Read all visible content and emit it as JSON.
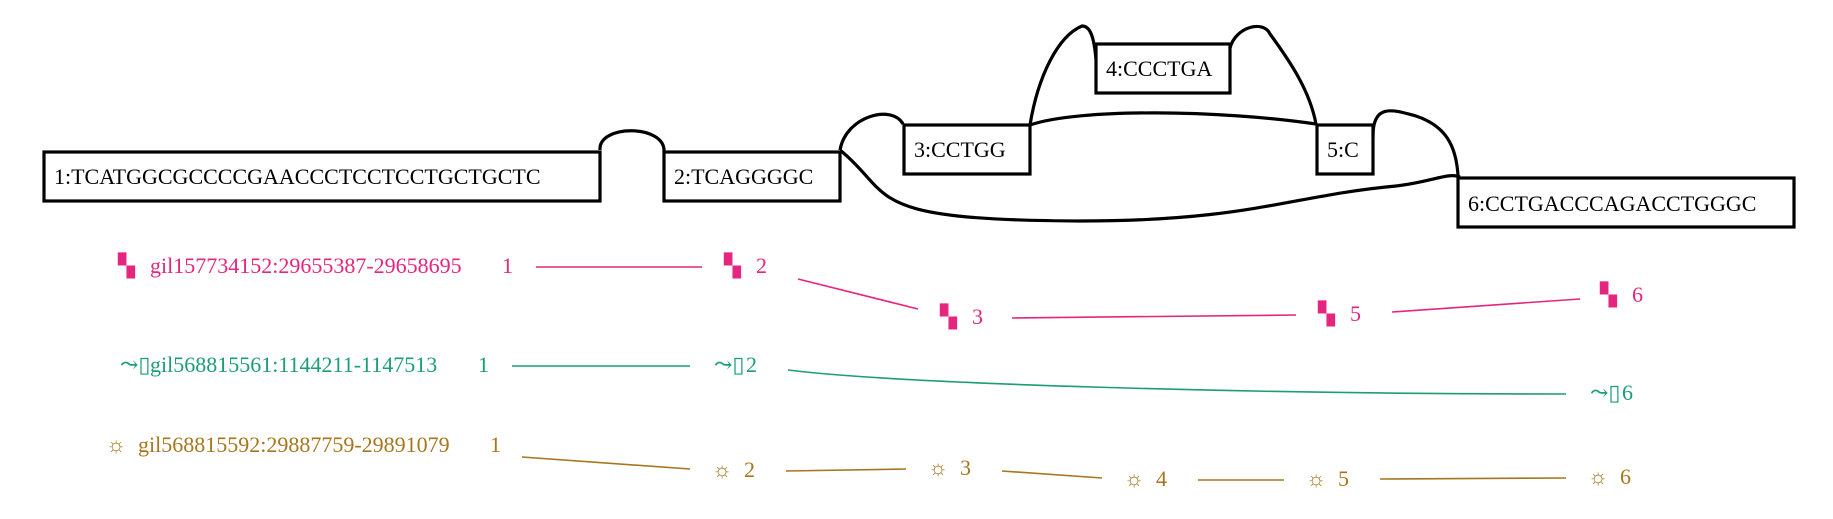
{
  "nodes": [
    {
      "id": "1",
      "label": "1:TCATGGCGCCCCGAACCCTCCTCCTGCTGCTC"
    },
    {
      "id": "2",
      "label": "2:TCAGGGGC"
    },
    {
      "id": "3",
      "label": "3:CCTGG"
    },
    {
      "id": "4",
      "label": "4:CCCTGA"
    },
    {
      "id": "5",
      "label": "5:C"
    },
    {
      "id": "6",
      "label": "6:CCTGACCCAGACCTGGGC"
    }
  ],
  "edges": [
    {
      "from": "1",
      "to": "2"
    },
    {
      "from": "2",
      "to": "3"
    },
    {
      "from": "2",
      "to": "6"
    },
    {
      "from": "3",
      "to": "4"
    },
    {
      "from": "3",
      "to": "5"
    },
    {
      "from": "4",
      "to": "5"
    },
    {
      "from": "5",
      "to": "6"
    }
  ],
  "paths": [
    {
      "name": "gi|157734152:29655387-29658695",
      "display_name": "gil157734152:29655387-29658695",
      "color": "#e4267f",
      "icon": "checkered-flag-icon",
      "glyph": "▚",
      "nodes": [
        "1",
        "2",
        "3",
        "5",
        "6"
      ]
    },
    {
      "name": "gi|568815561:1144211-1147513",
      "display_name": "gil568815561:1144211-1147513",
      "color": "#1b9e77",
      "icon": "mouse-icon",
      "glyph": "⤳▯",
      "nodes": [
        "1",
        "2",
        "6"
      ]
    },
    {
      "name": "gi|568815592:29887759-29891079",
      "display_name": "gil568815592:29887759-29891079",
      "color": "#a6761d",
      "icon": "sun-icon",
      "glyph": "☼",
      "nodes": [
        "1",
        "2",
        "3",
        "4",
        "5",
        "6"
      ]
    }
  ]
}
